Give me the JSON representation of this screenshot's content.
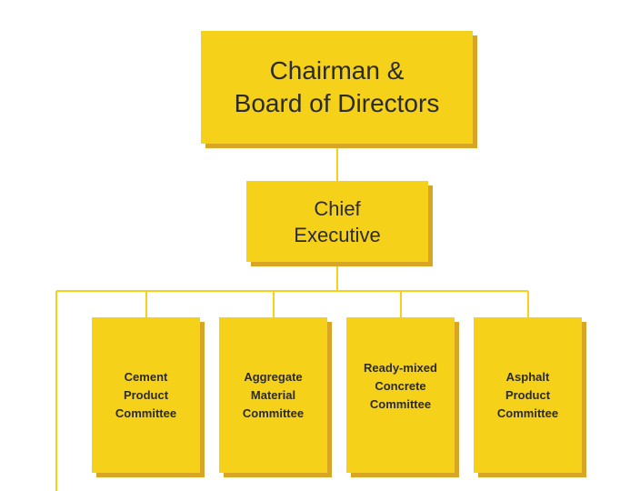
{
  "chart": {
    "root": {
      "label": "Chairman &\nBoard of Directors"
    },
    "executive": {
      "label": "Chief\nExecutive"
    },
    "committees": [
      {
        "label": "Cement\nProduct\nCommittee"
      },
      {
        "label": "Aggregate\nMaterial\nCommittee"
      },
      {
        "label": "Ready-mixed\nConcrete\nCommittee"
      },
      {
        "label": "Asphalt\nProduct\nCommittee"
      }
    ]
  },
  "colors": {
    "box_fill": "#F5D11A",
    "box_shadow": "#D8A624",
    "connector": "#F5D11A",
    "text": "#2b2b2b"
  }
}
